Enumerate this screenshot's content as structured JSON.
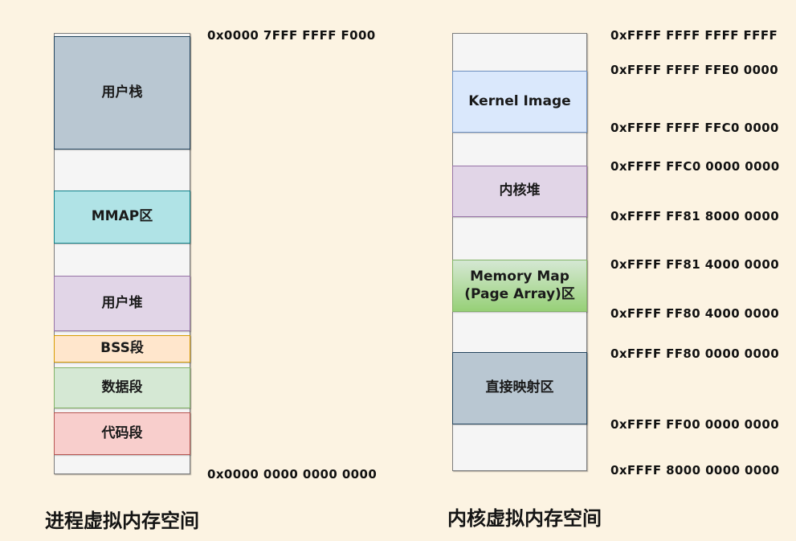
{
  "canvas": {
    "background": "#fcf3e2"
  },
  "process_space": {
    "title": "进程虚拟内存空间",
    "top_address": "0x0000 7FFF FFFF F000",
    "bottom_address": "0x0000 0000 0000 0000",
    "column_fill": "#f5f5f5",
    "column_border": "#7c7c7c",
    "segments": [
      {
        "id": "user-stack",
        "label": "用户栈",
        "fill": "#b9c7d2",
        "border": "#23445d"
      },
      {
        "id": "mmap-area",
        "label": "MMAP区",
        "fill": "#b0e3e6",
        "border": "#0e8088"
      },
      {
        "id": "user-heap",
        "label": "用户堆",
        "fill": "#e1d5e7",
        "border": "#9673a6"
      },
      {
        "id": "bss-segment",
        "label": "BSS段",
        "fill": "#ffe6cc",
        "border": "#d79b00"
      },
      {
        "id": "data-segment",
        "label": "数据段",
        "fill": "#d5e8d4",
        "border": "#82b366"
      },
      {
        "id": "code-segment",
        "label": "代码段",
        "fill": "#f8cecc",
        "border": "#b85450"
      }
    ]
  },
  "kernel_space": {
    "title": "内核虚拟内存空间",
    "column_fill": "#f5f5f5",
    "column_border": "#7c7c7c",
    "segments": [
      {
        "id": "kernel-image",
        "label": "Kernel Image",
        "fill": "#dae8fc",
        "border": "#6c8ebf"
      },
      {
        "id": "kernel-heap",
        "label": "内核堆",
        "fill": "#e1d5e7",
        "border": "#9673a6"
      },
      {
        "id": "memory-map",
        "label": "Memory Map (Page Array)区",
        "fill_top": "#d5e8d4",
        "fill_bottom": "#97d077",
        "border": "#82b366"
      },
      {
        "id": "direct-map",
        "label": "直接映射区",
        "fill": "#b9c7d2",
        "border": "#23445d"
      }
    ],
    "addresses": [
      "0xFFFF FFFF FFFF FFFF",
      "0xFFFF FFFF FFE0 0000",
      "0xFFFF FFFF FFC0 0000",
      "0xFFFF FFC0 0000 0000",
      "0xFFFF FF81 8000 0000",
      "0xFFFF FF81 4000 0000",
      "0xFFFF FF80 4000 0000",
      "0xFFFF FF80 0000 0000",
      "0xFFFF FF00 0000 0000",
      "0xFFFF 8000 0000 0000"
    ]
  }
}
